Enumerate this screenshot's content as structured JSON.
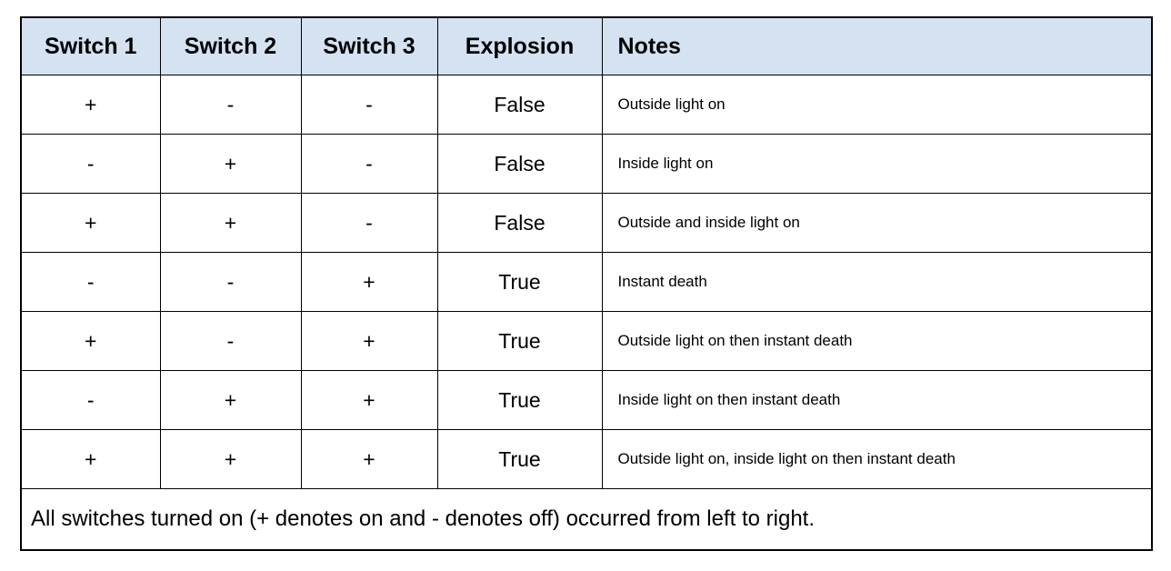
{
  "table": {
    "columns": [
      {
        "key": "switch1",
        "label": "Switch 1",
        "align": "center"
      },
      {
        "key": "switch2",
        "label": "Switch 2",
        "align": "center"
      },
      {
        "key": "switch3",
        "label": "Switch 3",
        "align": "center"
      },
      {
        "key": "explosion",
        "label": "Explosion",
        "align": "center"
      },
      {
        "key": "notes",
        "label": "Notes",
        "align": "left"
      }
    ],
    "header_background": "#d4e2f2",
    "border_color": "#000000",
    "rows": [
      {
        "switch1": "+",
        "switch2": "-",
        "switch3": "-",
        "explosion": "False",
        "notes": "Outside light on"
      },
      {
        "switch1": "-",
        "switch2": "+",
        "switch3": "-",
        "explosion": "False",
        "notes": "Inside light on"
      },
      {
        "switch1": "+",
        "switch2": "+",
        "switch3": "-",
        "explosion": "False",
        "notes": "Outside and inside light on"
      },
      {
        "switch1": "-",
        "switch2": "-",
        "switch3": "+",
        "explosion": "True",
        "notes": "Instant death"
      },
      {
        "switch1": "+",
        "switch2": "-",
        "switch3": "+",
        "explosion": "True",
        "notes": "Outside light on then instant death"
      },
      {
        "switch1": "-",
        "switch2": "+",
        "switch3": "+",
        "explosion": "True",
        "notes": "Inside light on then instant death"
      },
      {
        "switch1": "+",
        "switch2": "+",
        "switch3": "+",
        "explosion": "True",
        "notes": "Outside light on, inside light on then instant death"
      }
    ],
    "footer": {
      "text": "All switches turned on (+ denotes on and - denotes off) occurred from left to right."
    }
  }
}
